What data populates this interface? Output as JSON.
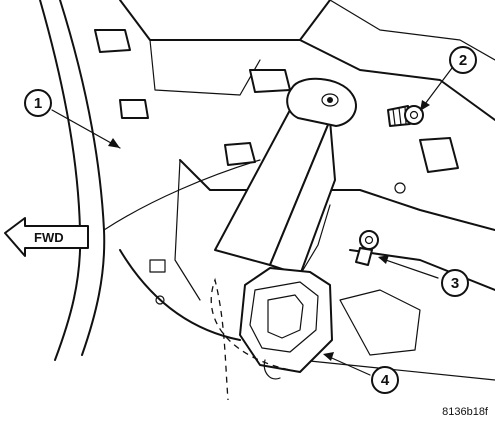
{
  "callouts": [
    {
      "label": "1"
    },
    {
      "label": "2"
    },
    {
      "label": "3"
    },
    {
      "label": "4"
    }
  ],
  "direction_arrow": {
    "label": "FWD"
  },
  "figure_id": "8136b18f"
}
